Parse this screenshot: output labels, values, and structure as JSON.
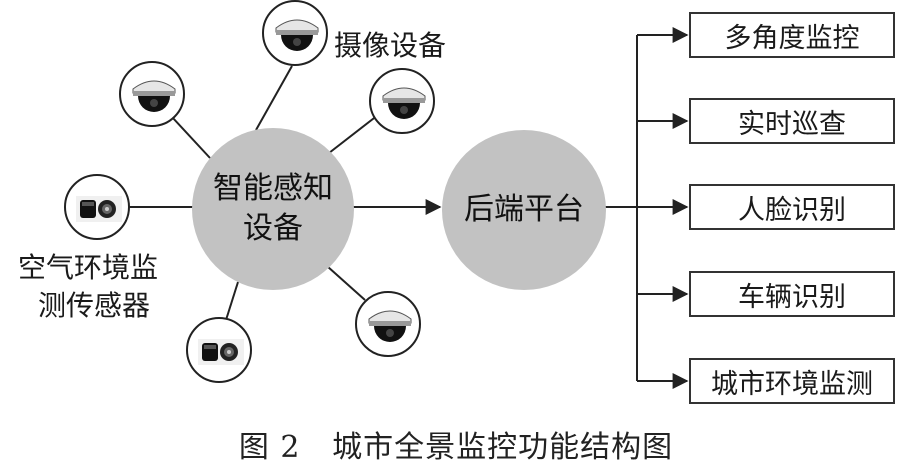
{
  "hub_left": {
    "line1": "智能感知",
    "line2": "设备"
  },
  "hub_right": {
    "label": "后端平台"
  },
  "device_labels": {
    "camera": "摄像设备",
    "air_sensor_line1": "空气环境监",
    "air_sensor_line2": "测传感器"
  },
  "outputs": [
    "多角度监控",
    "实时巡查",
    "人脸识别",
    "车辆识别",
    "城市环境监测"
  ],
  "caption": "图 2   城市全景监控功能结构图",
  "icons": {
    "camera": "dome-camera-icon",
    "sensor": "sensor-module-icon"
  },
  "colors": {
    "hub_fill": "#c2c2c2",
    "line": "#222222",
    "box_border": "#333333"
  }
}
